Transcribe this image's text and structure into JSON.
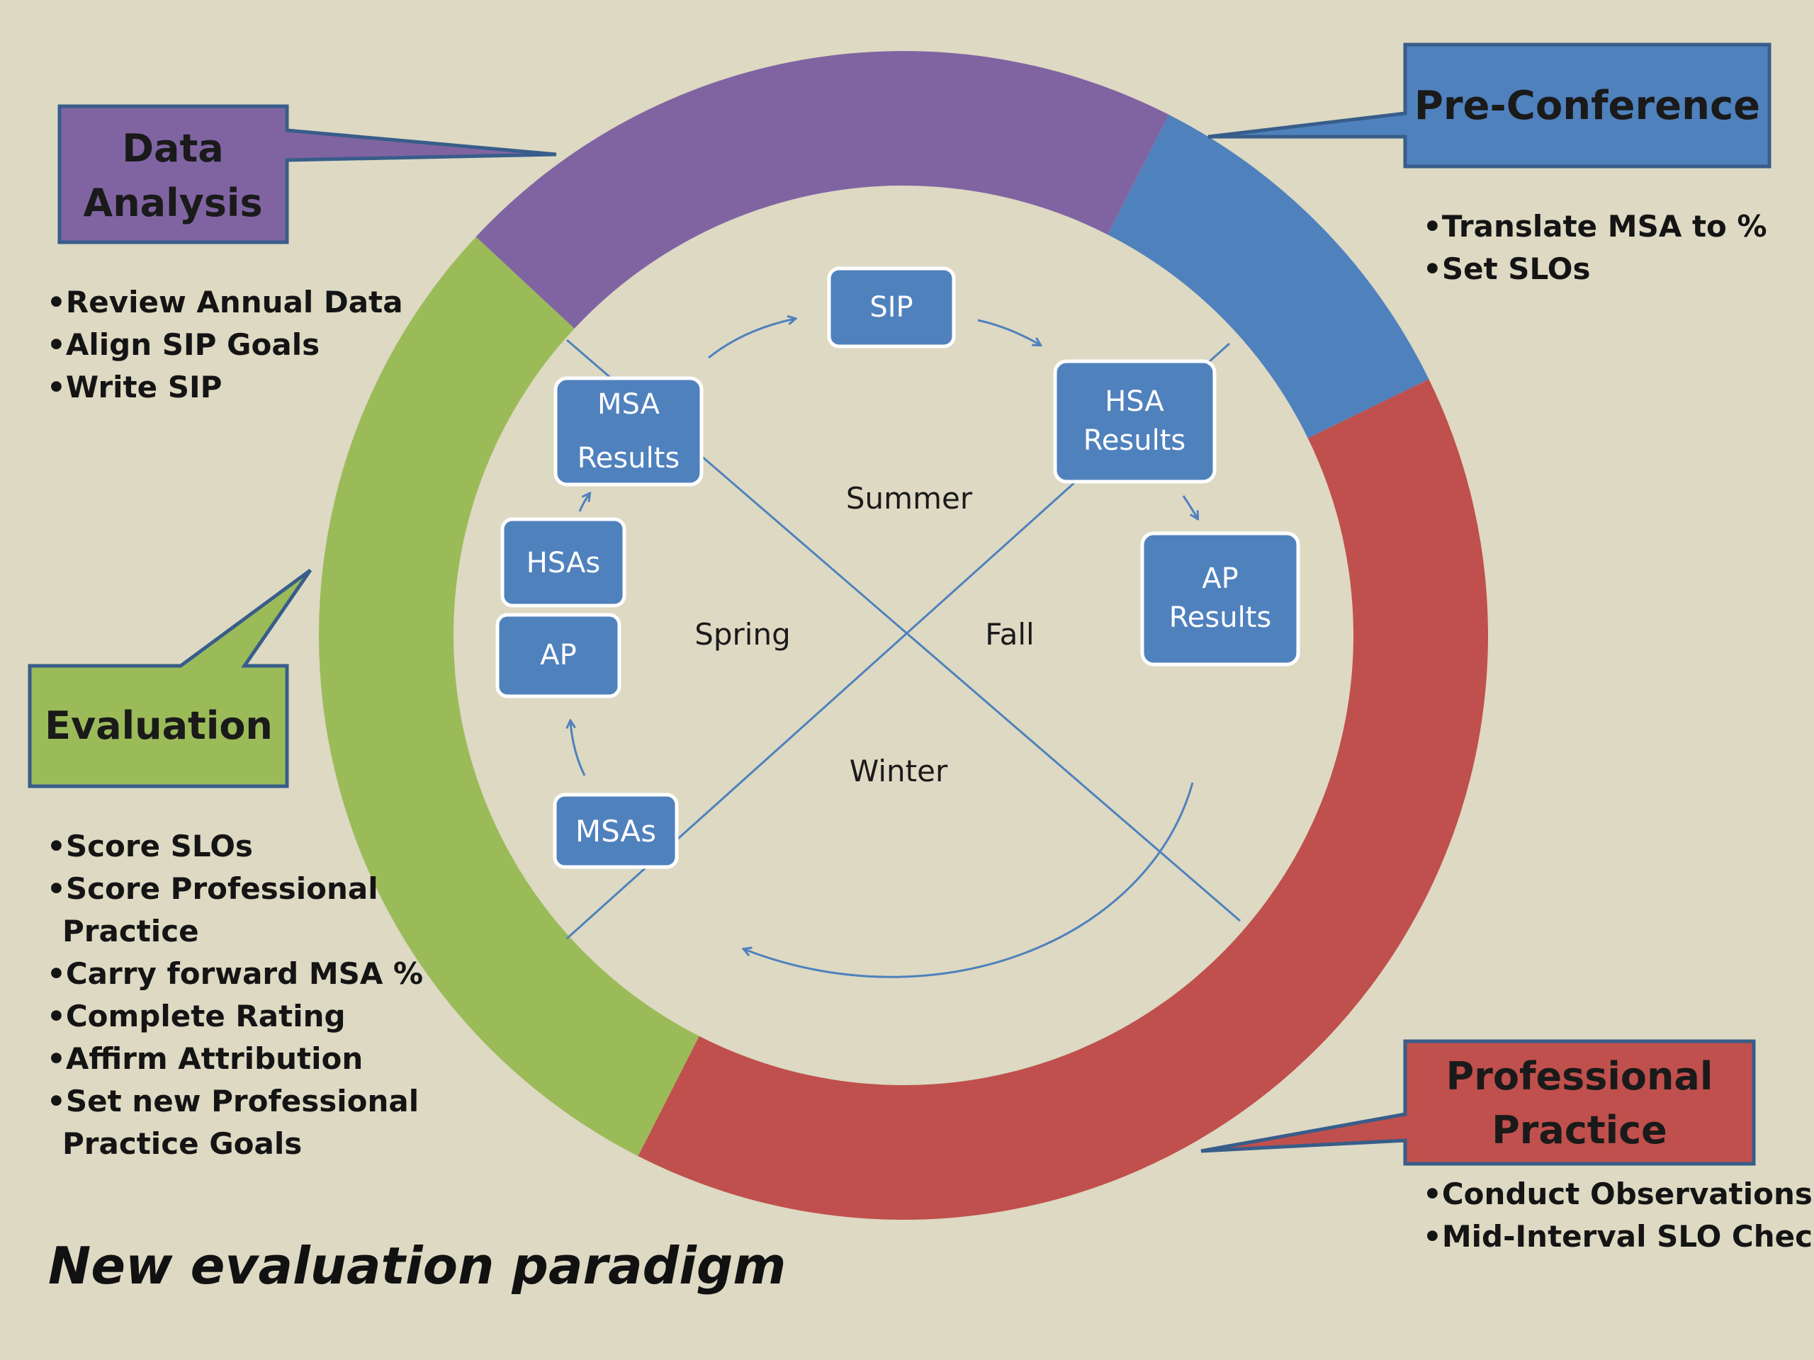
{
  "colors": {
    "background": "#ddd9c3",
    "data_analysis": "#8064a2",
    "pre_conference": "#4f81bd",
    "professional_practice": "#c0504d",
    "evaluation": "#9bbb59",
    "box_blue": "#4f81bd",
    "callout_border": "#385d8a",
    "connector_line": "#4f81bd"
  },
  "phases": {
    "data_analysis": {
      "title_lines": [
        "Data",
        "Analysis"
      ],
      "items": [
        "Review  Annual Data",
        "Align SIP Goals",
        "Write SIP"
      ]
    },
    "pre_conference": {
      "title": "Pre-Conference",
      "items": [
        "Translate MSA to %",
        "Set SLOs"
      ]
    },
    "evaluation": {
      "title": "Evaluation",
      "items": [
        {
          "text": "Score SLOs"
        },
        {
          "text": "Score  Professional",
          "cont": "Practice"
        },
        {
          "text": "Carry forward MSA %"
        },
        {
          "text": "Complete Rating"
        },
        {
          "text": "Affirm Attribution"
        },
        {
          "text": "Set new Professional",
          "cont": "Practice Goals"
        }
      ]
    },
    "professional_practice": {
      "title_lines": [
        "Professional",
        "Practice"
      ],
      "items": [
        "Conduct Observations",
        "Mid-Interval SLO Check"
      ]
    }
  },
  "seasons": {
    "summer": "Summer",
    "fall": "Fall",
    "winter": "Winter",
    "spring": "Spring"
  },
  "cycle_boxes": {
    "sip": [
      "SIP"
    ],
    "hsa_results": [
      "HSA",
      "Results"
    ],
    "ap_results": [
      "AP",
      "Results"
    ],
    "msas": [
      "MSAs"
    ],
    "ap": [
      "AP"
    ],
    "hsas": [
      "HSAs"
    ],
    "msa_results": [
      "MSA",
      "Results"
    ]
  },
  "caption": "New evaluation paradigm"
}
